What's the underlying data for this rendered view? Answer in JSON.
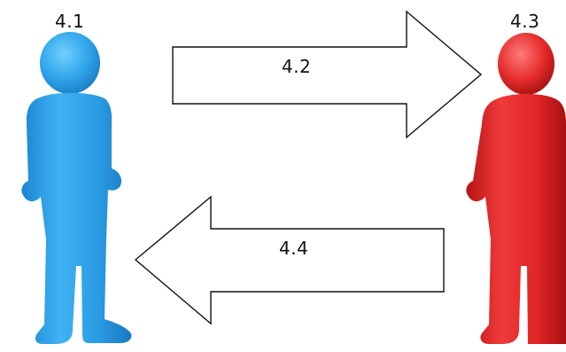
{
  "diagram": {
    "left_person": {
      "label": "4.1",
      "color": "#2EA3E8",
      "icon": "person-figure-icon"
    },
    "right_person": {
      "label": "4.3",
      "color": "#E52B2B",
      "icon": "person-figure-icon"
    },
    "top_arrow": {
      "label": "4.2",
      "direction": "right",
      "icon": "arrow-right-icon"
    },
    "bottom_arrow": {
      "label": "4.4",
      "direction": "left",
      "icon": "arrow-left-icon"
    }
  }
}
